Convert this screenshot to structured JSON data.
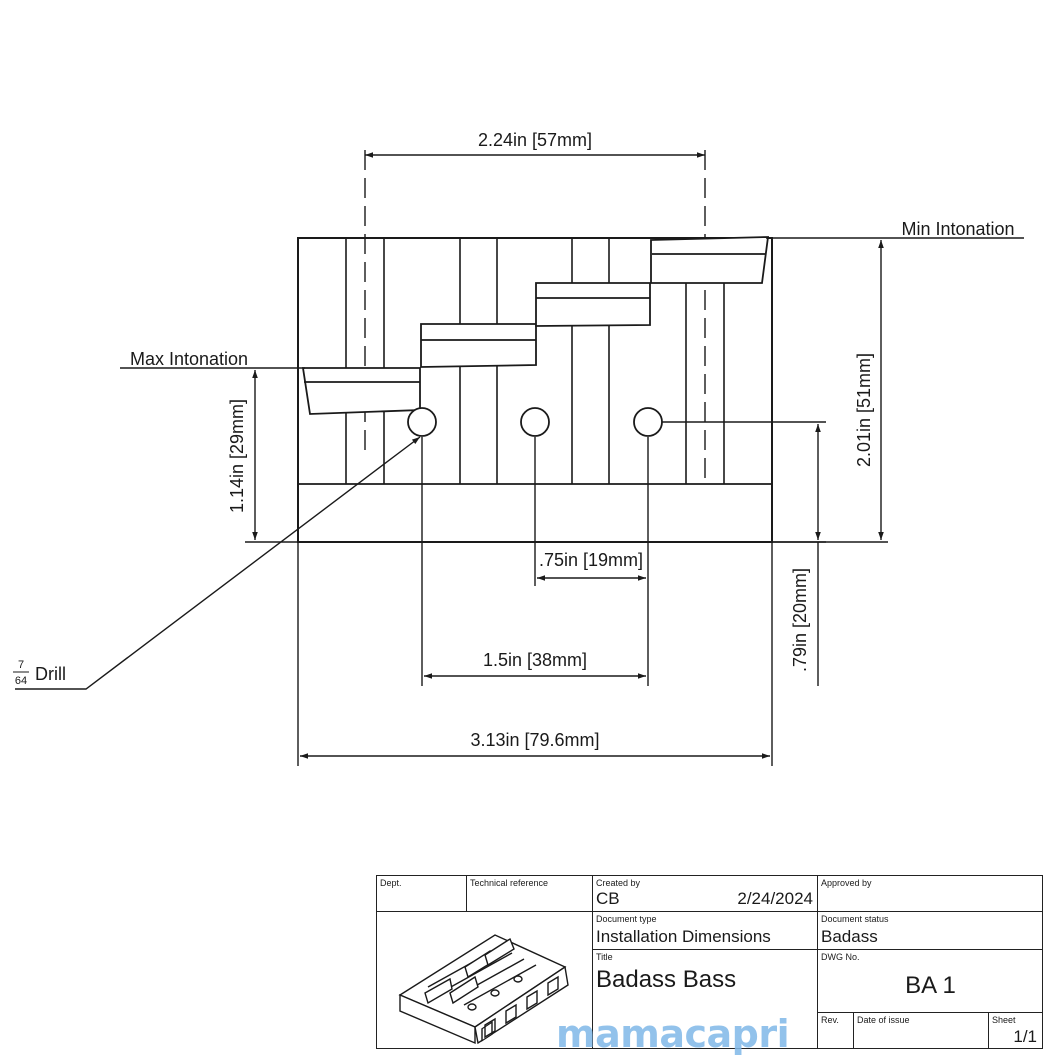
{
  "labels": {
    "dim_width_top": "2.24in [57mm]",
    "min_intonation": "Min Intonation",
    "max_intonation": "Max Intonation",
    "dim_height_left": "1.14in [29mm]",
    "dim_height_right": "2.01in [51mm]",
    "dim_spacing_small": ".75in [19mm]",
    "dim_hole_offset": ".79in [20mm]",
    "dim_spacing_large": "1.5in [38mm]",
    "dim_total_width": "3.13in [79.6mm]",
    "drill_numerator": "7",
    "drill_denominator": "64",
    "drill_word": "Drill"
  },
  "title_block": {
    "dept_label": "Dept.",
    "techref_label": "Technical reference",
    "created_label": "Created by",
    "created_value": "CB",
    "created_date": "2/24/2024",
    "approved_label": "Approved by",
    "doctype_label": "Document type",
    "doctype_value": "Installation Dimensions",
    "docstatus_label": "Document status",
    "docstatus_value": "Badass",
    "title_label": "Title",
    "title_value": "Badass Bass",
    "dwg_label": "DWG No.",
    "dwg_value": "BA 1",
    "rev_label": "Rev.",
    "issue_label": "Date of issue",
    "sheet_label": "Sheet",
    "sheet_value": "1/1"
  },
  "watermark": "mamacapri"
}
